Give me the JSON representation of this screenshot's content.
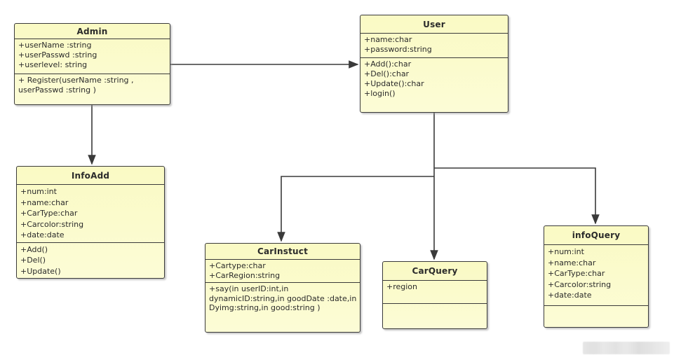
{
  "diagram": {
    "type": "uml-class-diagram",
    "colors": {
      "box_fill": "#fbfbc9",
      "box_border": "#3a3a3a",
      "connector": "#3a3a3a",
      "background": "#ffffff",
      "watermark": "#dedede"
    },
    "classes": [
      {
        "name": "Admin",
        "attributes": [
          "+userName :string",
          "+userPasswd :string",
          "+userlevel: string"
        ],
        "methods": [
          "+ Register(userName :string , userPasswd :string )"
        ]
      },
      {
        "name": "User",
        "attributes": [
          "+name:char",
          "+password:string"
        ],
        "methods": [
          "+Add():char",
          "+Del():char",
          "+Update():char",
          "+login()"
        ]
      },
      {
        "name": "InfoAdd",
        "attributes": [
          "+num:int",
          "+name:char",
          "+CarType:char",
          "+Carcolor:string",
          "+date:date"
        ],
        "methods": [
          "+Add()",
          "+Del()",
          "+Update()"
        ]
      },
      {
        "name": "CarInstuct",
        "attributes": [
          "+Cartype:char",
          "+CarRegion:string"
        ],
        "methods": [
          "+say(in userID:int,in dynamicID:string,in goodDate :date,in Dyimg:string,in good:string )"
        ]
      },
      {
        "name": "CarQuery",
        "attributes": [
          "+region"
        ],
        "methods": []
      },
      {
        "name": "infoQuery",
        "attributes": [
          "+num:int",
          "+name:char",
          "+CarType:char",
          "+Carcolor:string",
          "+date:date"
        ],
        "methods": []
      }
    ],
    "relationships": [
      {
        "from": "Admin",
        "to": "User",
        "type": "directed-association"
      },
      {
        "from": "Admin",
        "to": "InfoAdd",
        "type": "directed-association"
      },
      {
        "from": "User",
        "to": "CarInstuct",
        "type": "directed-association"
      },
      {
        "from": "User",
        "to": "CarQuery",
        "type": "directed-association"
      },
      {
        "from": "User",
        "to": "infoQuery",
        "type": "directed-association"
      }
    ]
  }
}
